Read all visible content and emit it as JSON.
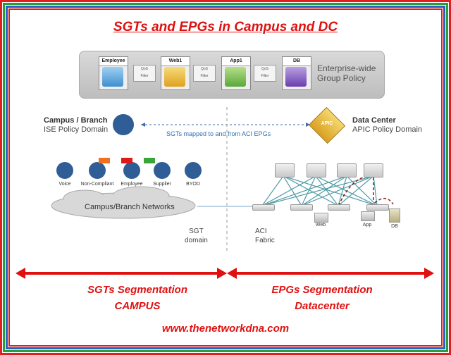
{
  "title": "SGTs and EPGs in Campus and DC",
  "group_policy": {
    "label_line1": "Enterprise-wide",
    "label_line2": "Group Policy",
    "epgs": [
      "Employee",
      "Web1",
      "App1",
      "DB"
    ],
    "contract_line1": "QoS",
    "contract_line2": "Filter"
  },
  "campus": {
    "title": "Campus / Branch",
    "subtitle": "ISE Policy Domain"
  },
  "datacenter": {
    "title": "Data Center",
    "subtitle": "APIC Policy Domain",
    "apic_badge": "APIC"
  },
  "mapping_text": "SGTs mapped to and from ACI EPGs",
  "endpoints": [
    "Voice",
    "Non-Compliant",
    "Employee",
    "Supplier",
    "BYOD"
  ],
  "cloud_label": "Campus/Branch Networks",
  "sgt_domain": {
    "line1": "SGT",
    "line2": "domain"
  },
  "aci_fabric": {
    "line1": "ACI",
    "line2": "Fabric"
  },
  "dc_servers": [
    "Web",
    "App",
    "DB"
  ],
  "segmentation": {
    "left_line1": "SGTs Segmentation",
    "left_line2": "CAMPUS",
    "right_line1": "EPGs Segmentation",
    "right_line2": "Datacenter"
  },
  "website": "www.thenetworkdna.com",
  "colors": {
    "accent_red": "#e01010",
    "green": "#2a9d3a",
    "blue": "#2b5fc4"
  }
}
